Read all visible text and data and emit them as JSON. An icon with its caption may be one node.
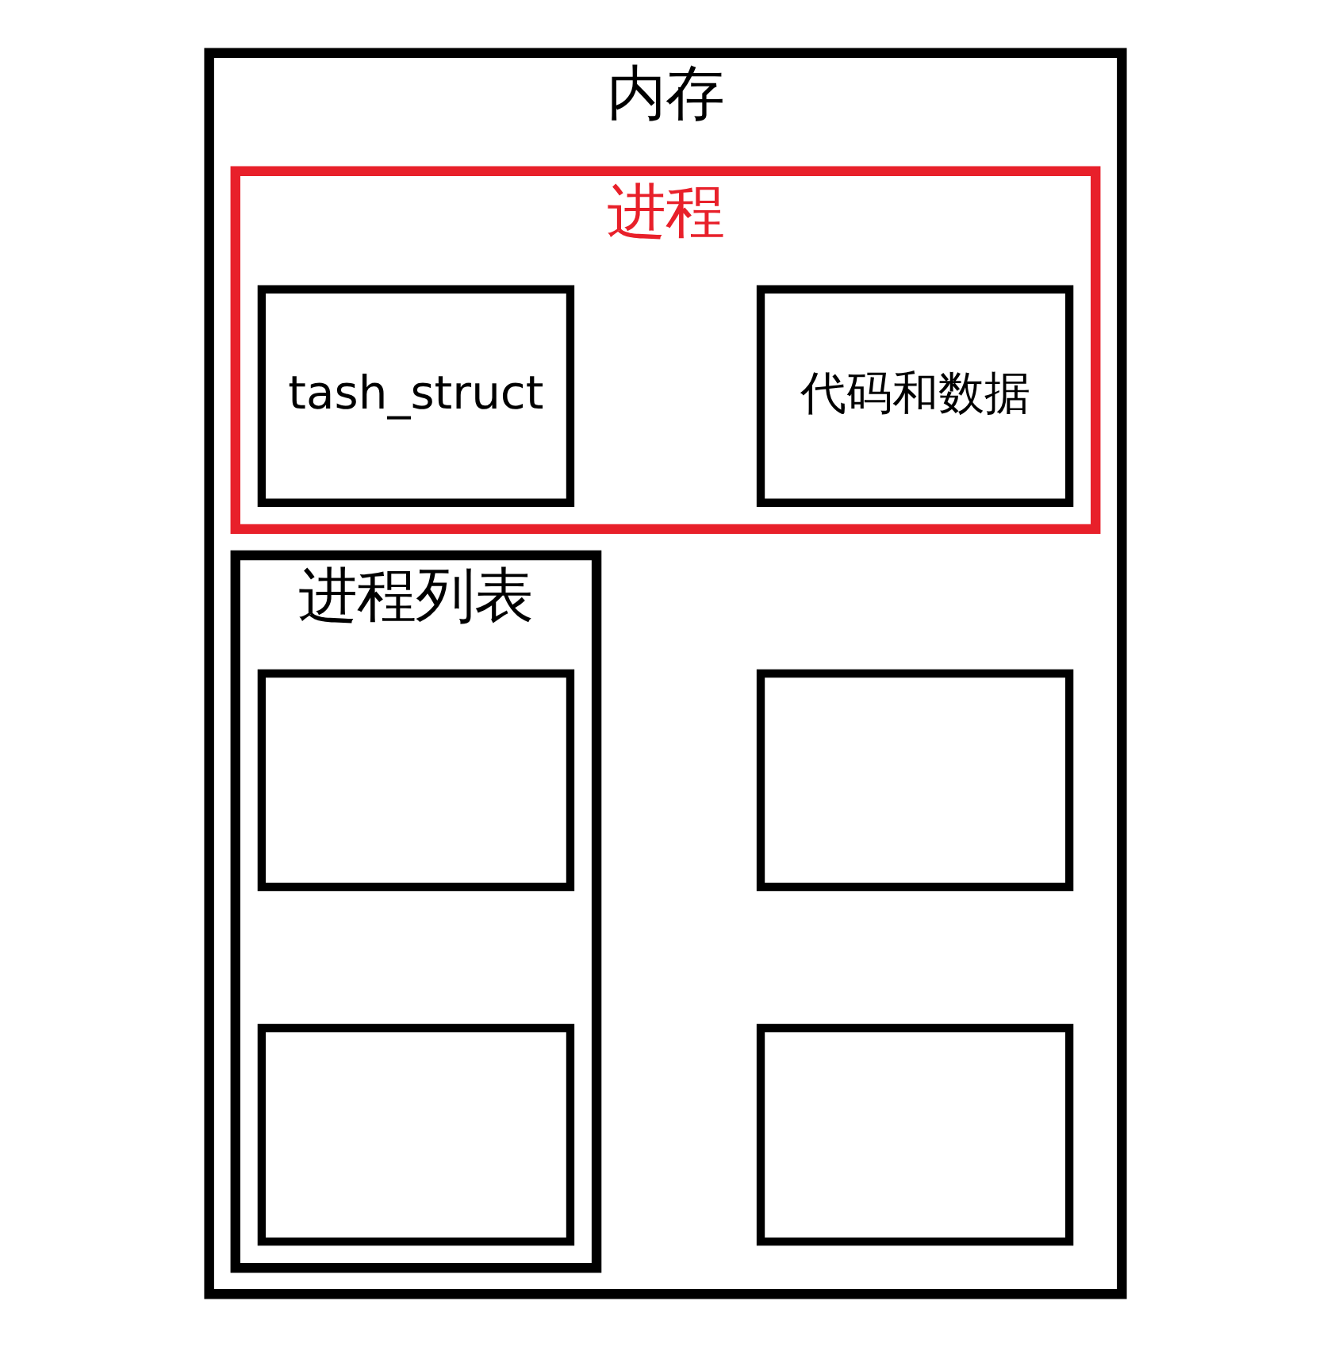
{
  "diagram": {
    "nodes": [
      {
        "text": [
          "内存"
        ]
      },
      {
        "text": [
          "进程列表"
        ],
        "in": 0
      },
      {
        "text": [
          "进程"
        ],
        "in": 0
      },
      {
        "text": [
          "tash_struct"
        ],
        "in": 2
      },
      {
        "text": [
          "代码和数据"
        ],
        "in": 2
      },
      {
        "text": [],
        "shape": "box",
        "in": 1
      },
      {
        "text": [],
        "shape": "box",
        "in": 0
      },
      {
        "text": [],
        "shape": "box",
        "in": 1
      },
      {
        "text": [],
        "shape": "box",
        "in": 0
      }
    ],
    "edges": []
  }
}
